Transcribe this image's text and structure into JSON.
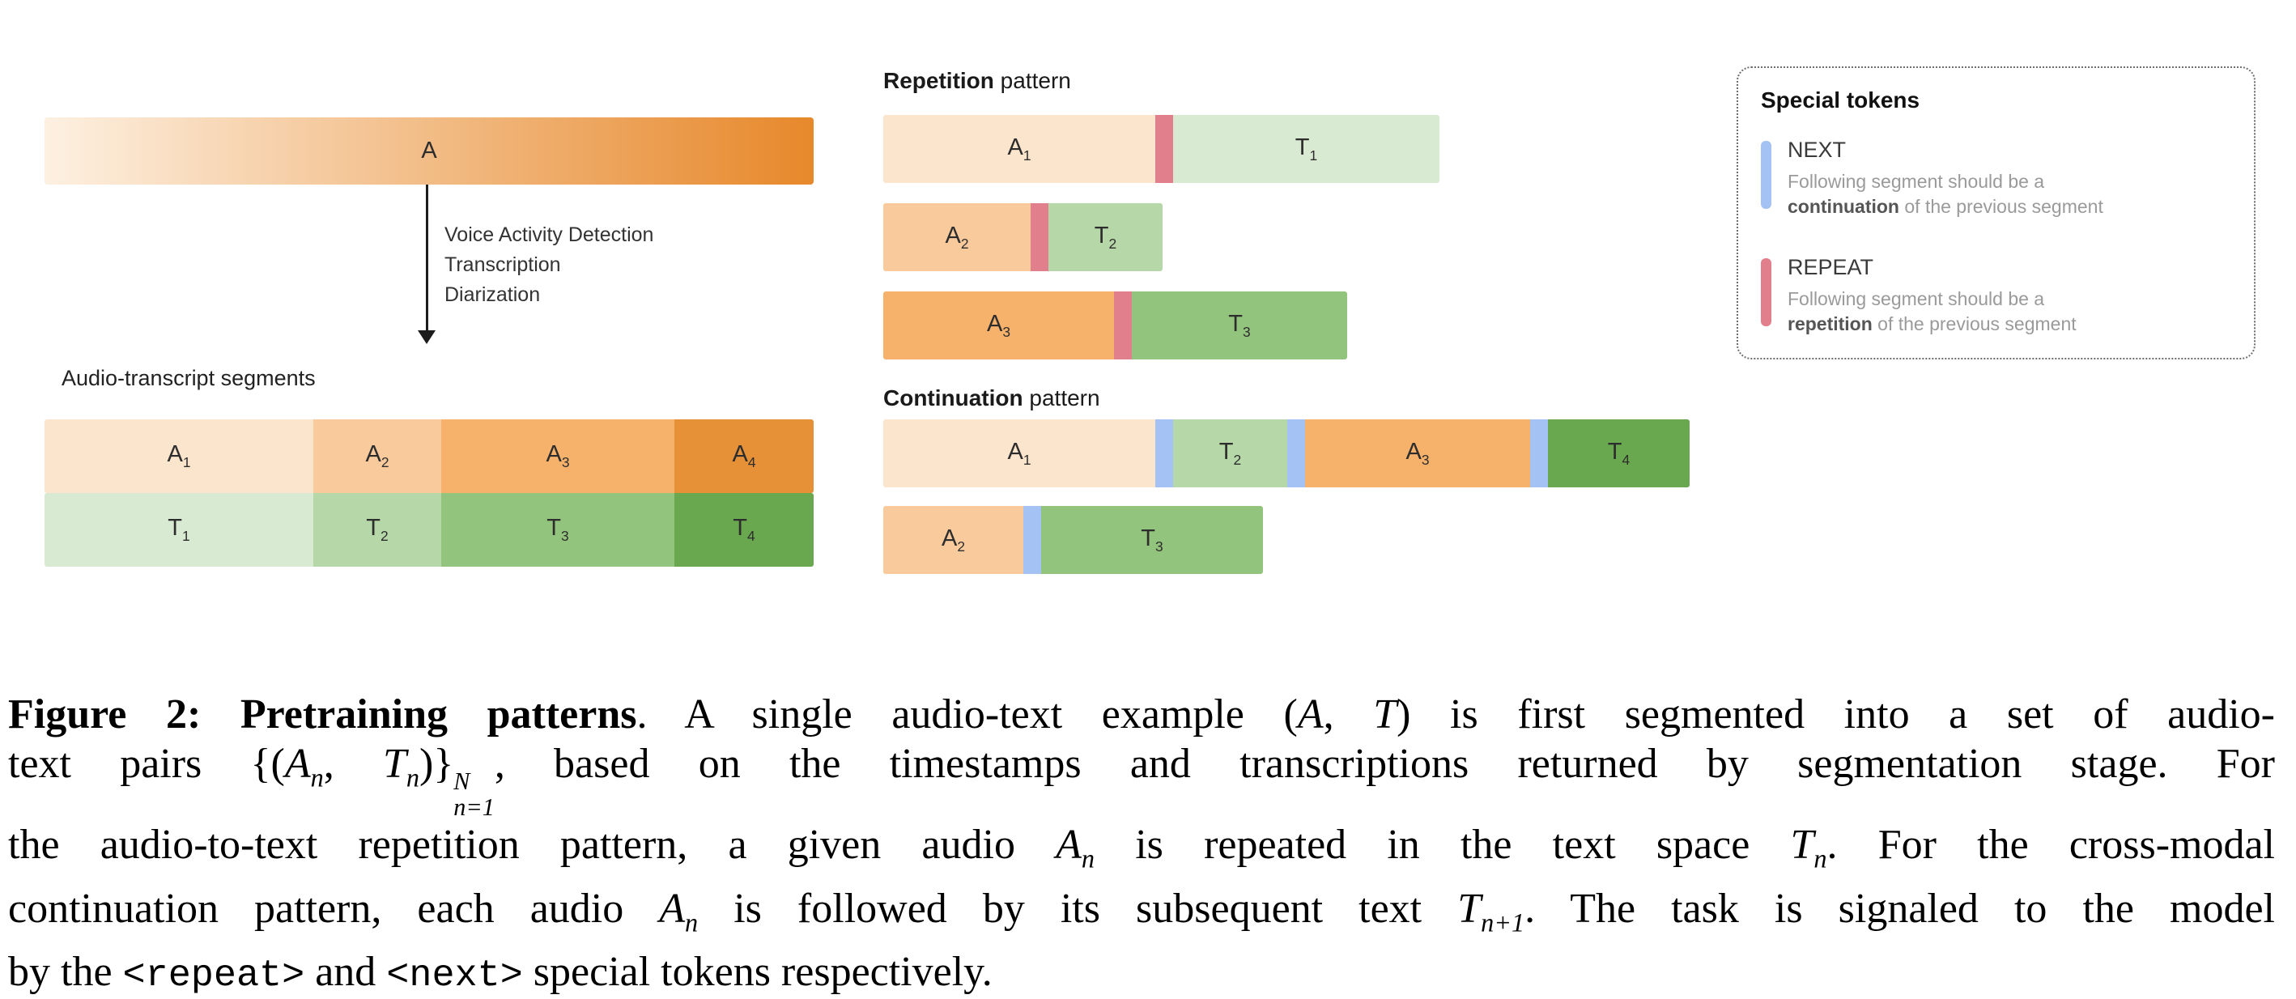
{
  "palette": {
    "audio_gradient_start": "#fdf0e1",
    "audio_gradient_end": "#e7882b",
    "a1": "#fce5cd",
    "a2": "#f9cb9c",
    "a3": "#f6b26b",
    "a4": "#e69138",
    "t1": "#d9ead3",
    "t2": "#b6d7a8",
    "t3": "#93c47d",
    "t4": "#6aa84f",
    "next_token": "#a4c2f4",
    "repeat_token": "#e27f8c"
  },
  "source": {
    "bar_label": "A",
    "process_steps": [
      "Voice Activity Detection",
      "Transcription",
      "Diarization"
    ],
    "segments_title": "Audio-transcript segments",
    "audio_segments": [
      {
        "base": "A",
        "sub": "1",
        "color": "a1"
      },
      {
        "base": "A",
        "sub": "2",
        "color": "a2"
      },
      {
        "base": "A",
        "sub": "3",
        "color": "a3"
      },
      {
        "base": "A",
        "sub": "4",
        "color": "a4"
      }
    ],
    "text_segments": [
      {
        "base": "T",
        "sub": "1",
        "color": "t1"
      },
      {
        "base": "T",
        "sub": "2",
        "color": "t2"
      },
      {
        "base": "T",
        "sub": "3",
        "color": "t3"
      },
      {
        "base": "T",
        "sub": "4",
        "color": "t4"
      }
    ]
  },
  "repetition": {
    "title_bold": "Repetition",
    "title_rest": " pattern",
    "rows": [
      {
        "blocks": [
          {
            "base": "A",
            "sub": "1",
            "color": "a1"
          },
          {
            "token": "REPEAT",
            "color": "repeat_token"
          },
          {
            "base": "T",
            "sub": "1",
            "color": "t1"
          }
        ]
      },
      {
        "blocks": [
          {
            "base": "A",
            "sub": "2",
            "color": "a2"
          },
          {
            "token": "REPEAT",
            "color": "repeat_token"
          },
          {
            "base": "T",
            "sub": "2",
            "color": "t2"
          }
        ]
      },
      {
        "blocks": [
          {
            "base": "A",
            "sub": "3",
            "color": "a3"
          },
          {
            "token": "REPEAT",
            "color": "repeat_token"
          },
          {
            "base": "T",
            "sub": "3",
            "color": "t3"
          }
        ]
      }
    ]
  },
  "continuation": {
    "title_bold": "Continuation",
    "title_rest": " pattern",
    "rows": [
      {
        "blocks": [
          {
            "base": "A",
            "sub": "1",
            "color": "a1"
          },
          {
            "token": "NEXT",
            "color": "next_token"
          },
          {
            "base": "T",
            "sub": "2",
            "color": "t2"
          },
          {
            "token": "NEXT",
            "color": "next_token"
          },
          {
            "base": "A",
            "sub": "3",
            "color": "a3"
          },
          {
            "token": "NEXT",
            "color": "next_token"
          },
          {
            "base": "T",
            "sub": "4",
            "color": "t4"
          }
        ]
      },
      {
        "blocks": [
          {
            "base": "A",
            "sub": "2",
            "color": "a2"
          },
          {
            "token": "NEXT",
            "color": "next_token"
          },
          {
            "base": "T",
            "sub": "3",
            "color": "t3"
          }
        ]
      }
    ]
  },
  "legend": {
    "title": "Special tokens",
    "entries": [
      {
        "name": "NEXT",
        "color": "next_token",
        "desc_line1": "Following segment should be a",
        "desc_bold": "continuation",
        "desc_rest": " of the previous segment"
      },
      {
        "name": "REPEAT",
        "color": "repeat_token",
        "desc_line1": "Following segment should be a",
        "desc_bold": "repetition",
        "desc_rest": " of the previous segment"
      }
    ]
  },
  "caption": {
    "lines": [
      [
        {
          "t": "Figure 2: Pretraining patterns",
          "s": "b"
        },
        {
          "t": ". A single audio-text example ("
        },
        {
          "t": "A",
          "s": "i"
        },
        {
          "t": ", "
        },
        {
          "t": "T",
          "s": "i"
        },
        {
          "t": ") is first segmented into a set of audio-"
        }
      ],
      [
        {
          "t": "text pairs {("
        },
        {
          "t": "A",
          "s": "i"
        },
        {
          "t": "n",
          "s": "sub"
        },
        {
          "t": ", "
        },
        {
          "t": "T",
          "s": "i"
        },
        {
          "t": "n",
          "s": "sub"
        },
        {
          "t": ")}"
        },
        {
          "s": "stack",
          "sup": "N",
          "sub": "n=1"
        },
        {
          "t": ", based on the timestamps and transcriptions returned by segmentation stage. For"
        }
      ],
      [
        {
          "t": "the audio-to-text repetition pattern, a given audio "
        },
        {
          "t": "A",
          "s": "i"
        },
        {
          "t": "n",
          "s": "sub"
        },
        {
          "t": " is repeated in the text space "
        },
        {
          "t": "T",
          "s": "i"
        },
        {
          "t": "n",
          "s": "sub"
        },
        {
          "t": ". For the cross-modal"
        }
      ],
      [
        {
          "t": "continuation pattern, each audio "
        },
        {
          "t": "A",
          "s": "i"
        },
        {
          "t": "n",
          "s": "sub"
        },
        {
          "t": " is followed by its subsequent text "
        },
        {
          "t": "T",
          "s": "i"
        },
        {
          "t": "n+1",
          "s": "sub"
        },
        {
          "t": ". The task is signaled to the model"
        }
      ],
      [
        {
          "t": "by the "
        },
        {
          "t": "<repeat>",
          "s": "mono"
        },
        {
          "t": " and "
        },
        {
          "t": "<next>",
          "s": "mono"
        },
        {
          "t": " special tokens respectively."
        }
      ]
    ]
  }
}
